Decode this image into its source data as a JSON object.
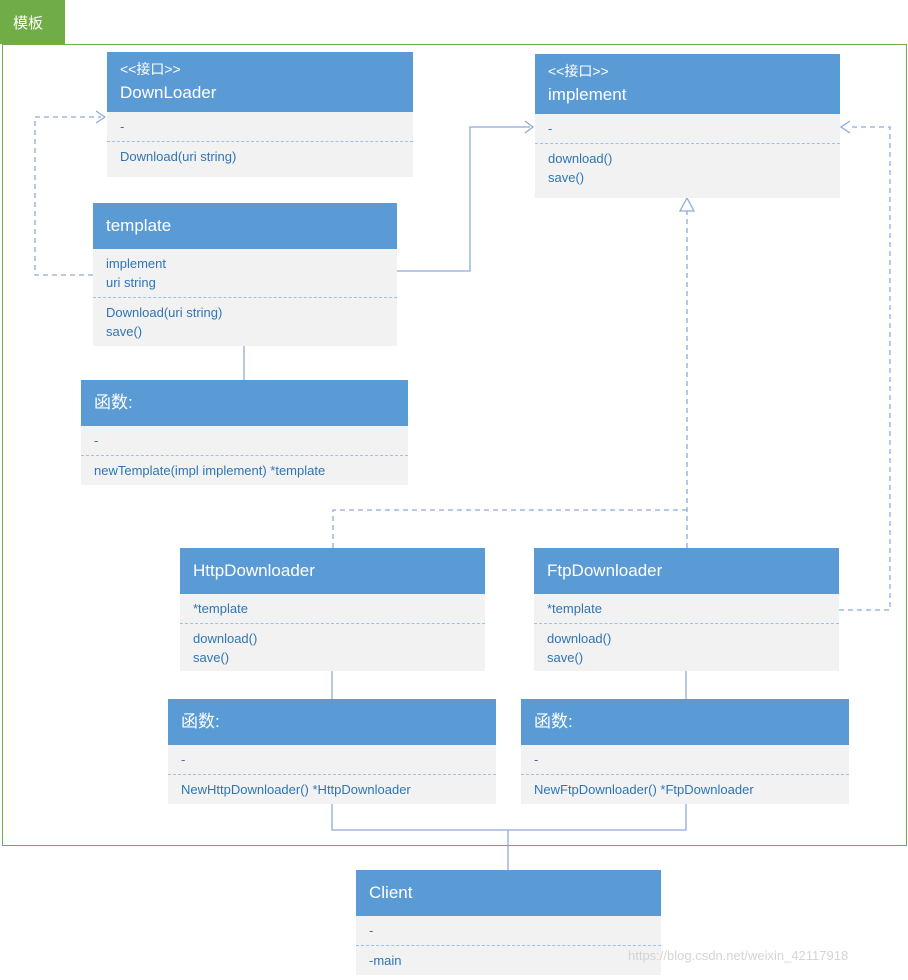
{
  "page": {
    "tab_label": "模板",
    "watermark": "https://blog.csdn.net/weixin_42117918"
  },
  "colors": {
    "green": "#70AD47",
    "header_blue": "#5B9BD5",
    "body_bg": "#f2f2f2",
    "text_blue": "#2E75B6",
    "connector": "#8FAADC"
  },
  "classes": [
    {
      "stereotype": "<<接口>>",
      "name": "DownLoader",
      "attributes": [
        "-"
      ],
      "methods": [
        "Download(uri string)"
      ]
    },
    {
      "stereotype": "<<接口>>",
      "name": "implement",
      "attributes": [
        "-"
      ],
      "methods": [
        "download()",
        "save()"
      ]
    },
    {
      "name": "template",
      "attributes": [
        "implement",
        "uri string"
      ],
      "methods": [
        "Download(uri string)",
        "save()"
      ]
    },
    {
      "name": "函数:",
      "attributes": [
        "-"
      ],
      "methods": [
        "newTemplate(impl implement) *template"
      ]
    },
    {
      "name": "HttpDownloader",
      "attributes": [
        "*template"
      ],
      "methods": [
        "download()",
        "save()"
      ]
    },
    {
      "name": "FtpDownloader",
      "attributes": [
        "*template"
      ],
      "methods": [
        "download()",
        "save()"
      ]
    },
    {
      "name": "函数:",
      "attributes": [
        "-"
      ],
      "methods": [
        "NewHttpDownloader() *HttpDownloader"
      ]
    },
    {
      "name": "函数:",
      "attributes": [
        "-"
      ],
      "methods": [
        "NewFtpDownloader() *FtpDownloader"
      ]
    },
    {
      "name": "Client",
      "attributes": [
        "-"
      ],
      "methods": [
        "-main"
      ]
    }
  ]
}
